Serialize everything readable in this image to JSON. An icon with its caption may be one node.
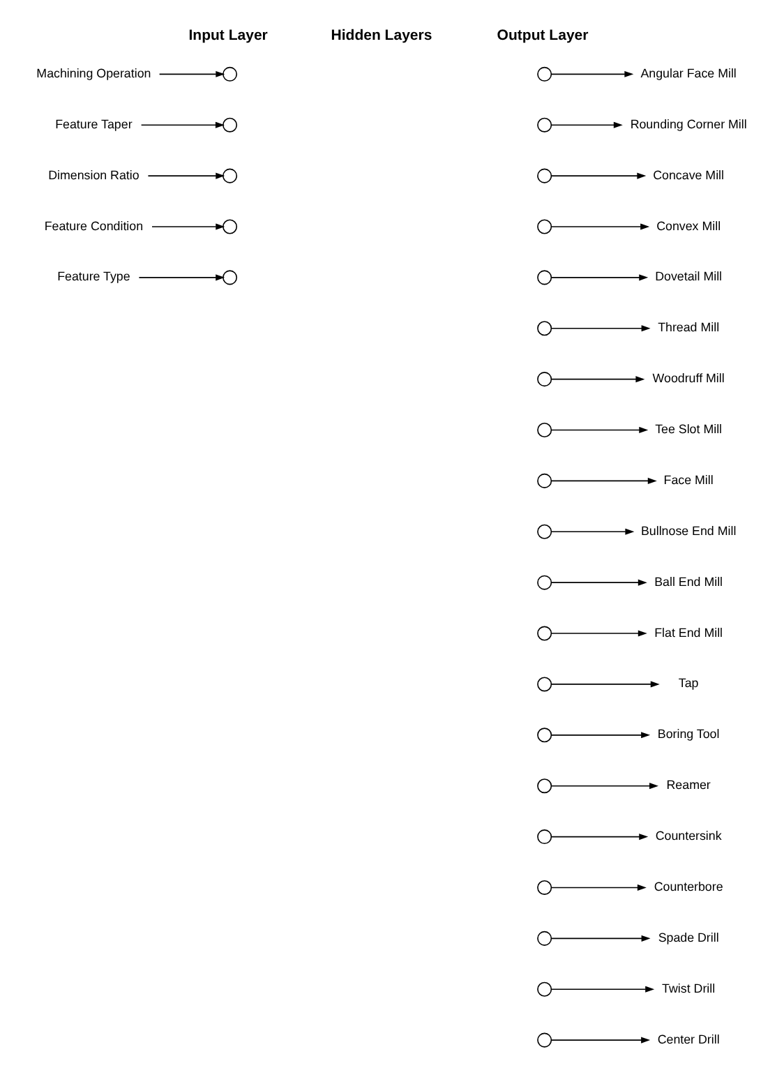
{
  "diagram": {
    "nodes": [
      {
        "text": [
          "Feature Type"
        ]
      },
      {
        "text": [],
        "shape": "circle"
      },
      {
        "text": [
          "Feature Condition"
        ]
      },
      {
        "text": [],
        "shape": "circle"
      },
      {
        "text": [
          "Dimension Ratio"
        ]
      },
      {
        "text": [],
        "shape": "circle"
      },
      {
        "text": [
          "Feature Taper"
        ]
      },
      {
        "text": [],
        "shape": "circle"
      },
      {
        "text": [
          "Machining Operation"
        ]
      },
      {
        "text": [],
        "shape": "circle"
      },
      {
        "text": [],
        "shape": "circle"
      },
      {
        "text": [
          "Center Drill"
        ]
      },
      {
        "text": [],
        "shape": "circle"
      },
      {
        "text": [
          "Twist Drill"
        ]
      },
      {
        "text": [],
        "shape": "circle"
      },
      {
        "text": [
          "Spade Drill"
        ]
      },
      {
        "text": [],
        "shape": "circle"
      },
      {
        "text": [
          "Counterbore"
        ]
      },
      {
        "text": [],
        "shape": "circle"
      },
      {
        "text": [
          "Countersink"
        ]
      },
      {
        "text": [],
        "shape": "circle"
      },
      {
        "text": [
          "Reamer"
        ]
      },
      {
        "text": [],
        "shape": "circle"
      },
      {
        "text": [
          "Boring Tool"
        ]
      },
      {
        "text": [],
        "shape": "circle"
      },
      {
        "text": [
          "Tap"
        ]
      },
      {
        "text": [],
        "shape": "circle"
      },
      {
        "text": [
          "Flat End Mill"
        ]
      },
      {
        "text": [],
        "shape": "circle"
      },
      {
        "text": [
          "Ball End Mill"
        ]
      },
      {
        "text": [],
        "shape": "circle"
      },
      {
        "text": [
          "Bullnose End Mill"
        ]
      },
      {
        "text": [],
        "shape": "circle"
      },
      {
        "text": [
          "Face Mill"
        ]
      },
      {
        "text": [],
        "shape": "circle"
      },
      {
        "text": [
          "Tee Slot Mill"
        ]
      },
      {
        "text": [],
        "shape": "circle"
      },
      {
        "text": [
          "Woodruff Mill"
        ]
      },
      {
        "text": [],
        "shape": "circle"
      },
      {
        "text": [
          "Thread Mill"
        ]
      },
      {
        "text": [],
        "shape": "circle"
      },
      {
        "text": [
          "Dovetail Mill"
        ]
      },
      {
        "text": [],
        "shape": "circle"
      },
      {
        "text": [
          "Convex Mill"
        ]
      },
      {
        "text": [],
        "shape": "circle"
      },
      {
        "text": [
          "Concave Mill"
        ]
      },
      {
        "text": [],
        "shape": "circle"
      },
      {
        "text": [
          "Rounding Corner Mill"
        ]
      },
      {
        "text": [],
        "shape": "circle"
      },
      {
        "text": [
          "Angular Face Mill"
        ]
      }
    ],
    "edges": [
      {
        "from": 0,
        "to": 1,
        "arrow": "to"
      },
      {
        "from": 2,
        "to": 3,
        "arrow": "to"
      },
      {
        "from": 4,
        "to": 5,
        "arrow": "to"
      },
      {
        "from": 6,
        "to": 7,
        "arrow": "to"
      },
      {
        "from": 8,
        "to": 9,
        "arrow": "to"
      },
      {
        "from": 10,
        "to": 11,
        "arrow": "to"
      },
      {
        "from": 12,
        "to": 13,
        "arrow": "to"
      },
      {
        "from": 14,
        "to": 15,
        "arrow": "to"
      },
      {
        "from": 16,
        "to": 17,
        "arrow": "to"
      },
      {
        "from": 18,
        "to": 19,
        "arrow": "to"
      },
      {
        "from": 20,
        "to": 21,
        "arrow": "to"
      },
      {
        "from": 22,
        "to": 23,
        "arrow": "to"
      },
      {
        "from": 24,
        "to": 25,
        "arrow": "to"
      },
      {
        "from": 26,
        "to": 27,
        "arrow": "to"
      },
      {
        "from": 28,
        "to": 29,
        "arrow": "to"
      },
      {
        "from": 30,
        "to": 31,
        "arrow": "to"
      },
      {
        "from": 32,
        "to": 33,
        "arrow": "to"
      },
      {
        "from": 34,
        "to": 35,
        "arrow": "to"
      },
      {
        "from": 36,
        "to": 37,
        "arrow": "to"
      },
      {
        "from": 38,
        "to": 39,
        "arrow": "to"
      },
      {
        "from": 40,
        "to": 41,
        "arrow": "to"
      },
      {
        "from": 42,
        "to": 43,
        "arrow": "to"
      },
      {
        "from": 44,
        "to": 45,
        "arrow": "to"
      },
      {
        "from": 46,
        "to": 47,
        "arrow": "to"
      },
      {
        "from": 48,
        "to": 49,
        "arrow": "to"
      }
    ],
    "labels": [
      "Output Layer",
      "Input Layer",
      "Hidden Layers"
    ]
  }
}
